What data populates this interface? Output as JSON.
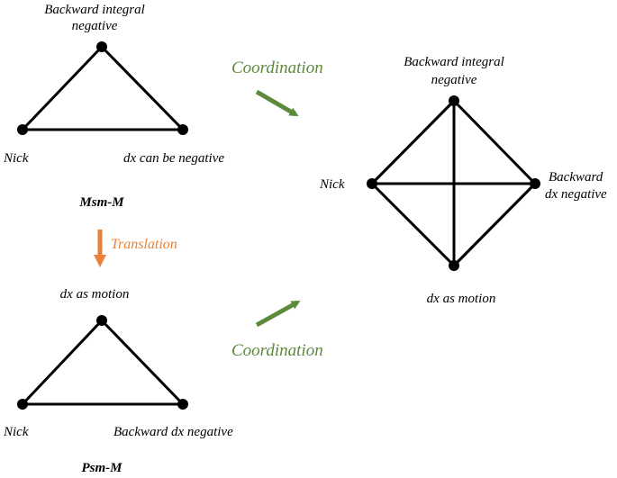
{
  "colors": {
    "line": "#000000",
    "coordination": "#5a8a3a",
    "translation": "#e8823a"
  },
  "graphs": {
    "msm": {
      "title": "Msm-M",
      "top_label_line1": "Backward integral",
      "top_label_line2": "negative",
      "left_label": "Nick",
      "right_label": "dx can be negative"
    },
    "psm": {
      "title": "Psm-M",
      "top_label": "dx as motion",
      "left_label": "Nick",
      "right_label": "Backward dx negative"
    },
    "combined": {
      "top_label_line1": "Backward integral",
      "top_label_line2": "negative",
      "left_label": "Nick",
      "right_label_line1": "Backward",
      "right_label_line2": "dx negative",
      "bottom_label": "dx as motion"
    }
  },
  "arrows": {
    "coordination_top": "Coordination",
    "coordination_bottom": "Coordination",
    "translation": "Translation"
  }
}
